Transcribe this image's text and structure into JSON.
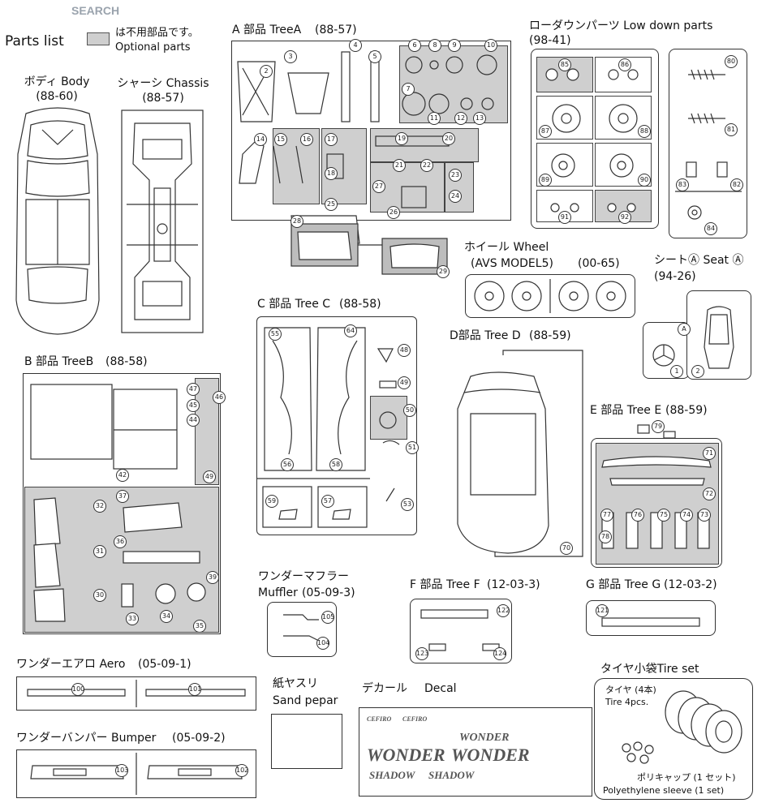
{
  "watermark": "SEARCH",
  "legend": {
    "title": "Parts list",
    "text_jp": "は不用部品です。",
    "text_en": "Optional parts"
  },
  "body": {
    "name": "ボディ Body",
    "code": "(88-60)"
  },
  "chassis": {
    "name": "シャーシ Chassis",
    "code": "(88-57)"
  },
  "treeA": {
    "name": "A 部品 TreeA",
    "code": "(88-57)"
  },
  "lowdown": {
    "name": "ローダウンパーツ Low down parts",
    "code": "(98-41)"
  },
  "wheel": {
    "name": "ホイール Wheel",
    "sub": "(AVS MODEL5)",
    "code": "(00-65)"
  },
  "seat": {
    "name": "シートⒶ Seat Ⓐ",
    "code": "(94-26)"
  },
  "treeB": {
    "name": "B 部品 TreeB",
    "code": "(88-58)"
  },
  "treeC": {
    "name": "C 部品 Tree C",
    "code": "(88-58)"
  },
  "treeD": {
    "name": "D部品 Tree D",
    "code": "(88-59)"
  },
  "treeE": {
    "name": "E 部品 Tree E",
    "code": "(88-59)"
  },
  "muffler": {
    "name_jp": "ワンダーマフラー",
    "name_en": "Muffler",
    "code": "(05-09-3)"
  },
  "treeF": {
    "name": "F 部品 Tree F",
    "code": "(12-03-3)"
  },
  "treeG": {
    "name": "G 部品 Tree G",
    "code": "(12-03-2)"
  },
  "aero": {
    "name": "ワンダーエアロ Aero",
    "code": "(05-09-1)"
  },
  "sandpaper": {
    "name_jp": "紙ヤスリ",
    "name_en": "Sand pepar"
  },
  "decal": {
    "name": "デカール",
    "name_en": "Decal",
    "texts": [
      "WONDER",
      "WONDER",
      "WONDER",
      "SHADOW",
      "SHADOW",
      "CEFIRO",
      "CEFIRO"
    ]
  },
  "tireset": {
    "name": "タイヤ小袋Tire set",
    "tire_jp": "タイヤ (4本)",
    "tire_en": "Tire 4pcs.",
    "sleeve_jp": "ポリキャップ (1 セット)",
    "sleeve_en": "Polyethylene sleeve (1 set)"
  },
  "bumper": {
    "name": "ワンダーバンパー Bumper",
    "code": "(05-09-2)"
  },
  "part_numbers": {
    "treeA": [
      "2",
      "3",
      "4",
      "5",
      "6",
      "8",
      "9",
      "10",
      "7",
      "11",
      "12",
      "13",
      "14",
      "15",
      "16",
      "17",
      "18",
      "19",
      "20",
      "21",
      "22",
      "23",
      "24",
      "25",
      "26",
      "27",
      "28",
      "29"
    ],
    "lowdown": [
      "85",
      "86",
      "87",
      "88",
      "89",
      "90",
      "91",
      "92",
      "80",
      "81",
      "83",
      "82",
      "84"
    ],
    "seat": [
      "A",
      "1",
      "2"
    ],
    "treeB": [
      "47",
      "46",
      "45",
      "44",
      "42",
      "49",
      "37",
      "32",
      "36",
      "31",
      "39",
      "30",
      "33",
      "34",
      "35"
    ],
    "treeC": [
      "55",
      "64",
      "48",
      "49",
      "50",
      "51",
      "56",
      "58",
      "59",
      "57",
      "53"
    ],
    "treeD": [
      "70"
    ],
    "treeE": [
      "79",
      "71",
      "72",
      "77",
      "76",
      "75",
      "74",
      "73",
      "78"
    ],
    "muffler": [
      "105",
      "104"
    ],
    "treeF": [
      "122",
      "123",
      "124"
    ],
    "treeG": [
      "121"
    ],
    "aero": [
      "100",
      "101"
    ],
    "bumper": [
      "103",
      "102"
    ]
  },
  "colors": {
    "optional": "#cfcfcf",
    "line": "#333333"
  }
}
